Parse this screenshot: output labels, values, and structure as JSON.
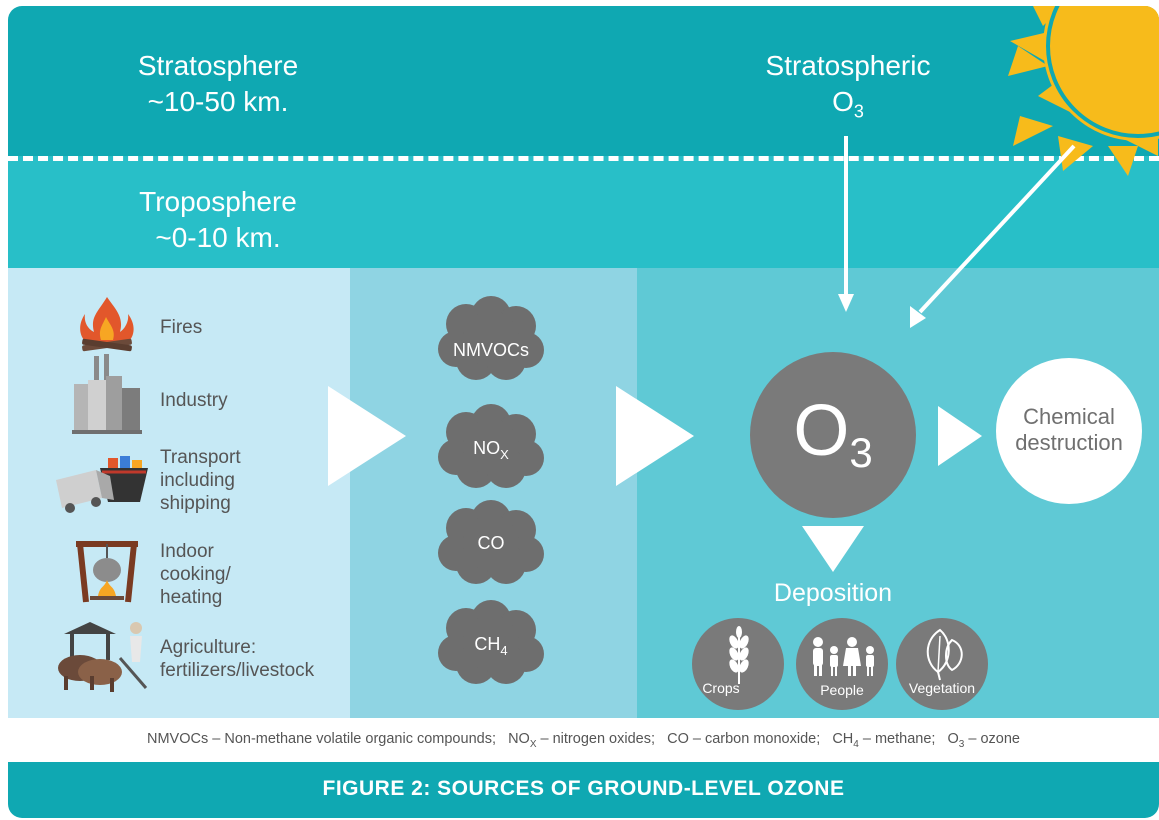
{
  "stratosphere": {
    "title": "Stratosphere",
    "range": "~10-50 km."
  },
  "troposphere": {
    "title": "Troposphere",
    "range": "~0-10 km."
  },
  "stratospheric_o3": {
    "line1": "Stratospheric",
    "symbol": "O",
    "sub": "3"
  },
  "sources": [
    {
      "icon": "fire-icon",
      "label": "Fires"
    },
    {
      "icon": "factory-icon",
      "label": "Industry"
    },
    {
      "icon": "truck-ship-icon",
      "label": "Transport including shipping"
    },
    {
      "icon": "cooking-pot-icon",
      "label": "Indoor cooking/ heating"
    },
    {
      "icon": "ox-plough-icon",
      "label": "Agriculture: fertilizers/livestock"
    }
  ],
  "pollutants": [
    {
      "main": "NMVOCs",
      "sub": ""
    },
    {
      "main": "NO",
      "sub": "X"
    },
    {
      "main": "CO",
      "sub": ""
    },
    {
      "main": "CH",
      "sub": "4"
    }
  ],
  "ozone": {
    "symbol": "O",
    "sub": "3"
  },
  "chemical_destruction": "Chemical destruction",
  "deposition": "Deposition",
  "receptors": [
    {
      "icon": "wheat-icon",
      "label": "Crops"
    },
    {
      "icon": "family-icon",
      "label": "People"
    },
    {
      "icon": "leaf-icon",
      "label": "Vegetation"
    }
  ],
  "footnote": {
    "nmvocs": "NMVOCs – Non-methane volatile organic compounds;",
    "nox_a": "NO",
    "nox_sub": "X",
    "nox_b": " – nitrogen oxides;",
    "co": "CO – carbon monoxide;",
    "ch4_a": "CH",
    "ch4_sub": "4",
    "ch4_b": " – methane;",
    "o3_a": "O",
    "o3_sub": "3",
    "o3_b": " – ozone"
  },
  "caption": "FIGURE 2: SOURCES OF GROUND-LEVEL OZONE",
  "colors": {
    "stratosphere": "#0fa8b2",
    "troposphere": "#28bfc8",
    "sources_panel": "#c6e9f5",
    "pollutants_panel": "#8fd4e3",
    "ozone_panel": "#5fc9d5",
    "sun": "#f7bb1b",
    "grey_circle": "#7a7a7a",
    "cloud": "#6e6e6e"
  }
}
